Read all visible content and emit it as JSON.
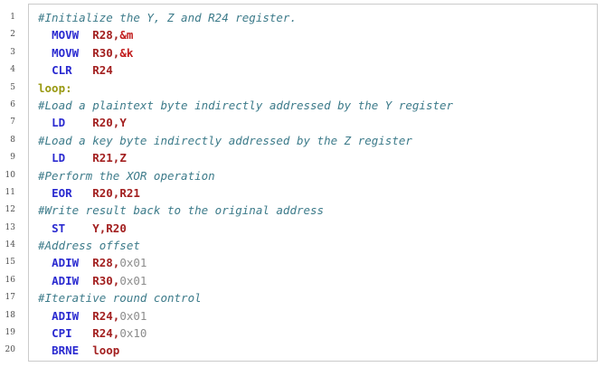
{
  "colors": {
    "frame": "#cbcbcb",
    "comment": "#3d7b8a",
    "mnemonic": "#2a2ad0",
    "operand": "#a32020",
    "address": "#c21f1f",
    "number": "#8c8c8c",
    "label": "#999912",
    "line_number": "#4f4f4f"
  },
  "listing": {
    "language": "avr-assembly",
    "lines": [
      {
        "n": "1",
        "tokens": [
          {
            "s": "c",
            "t": "#Initialize the Y, Z and R24 register."
          }
        ]
      },
      {
        "n": "2",
        "tokens": [
          {
            "s": "p",
            "t": "  "
          },
          {
            "s": "k",
            "t": "MOVW"
          },
          {
            "s": "p",
            "t": "  "
          },
          {
            "s": "r",
            "t": "R28,"
          },
          {
            "s": "a",
            "t": "&m"
          }
        ]
      },
      {
        "n": "3",
        "tokens": [
          {
            "s": "p",
            "t": "  "
          },
          {
            "s": "k",
            "t": "MOVW"
          },
          {
            "s": "p",
            "t": "  "
          },
          {
            "s": "r",
            "t": "R30,"
          },
          {
            "s": "a",
            "t": "&k"
          }
        ]
      },
      {
        "n": "4",
        "tokens": [
          {
            "s": "p",
            "t": "  "
          },
          {
            "s": "k",
            "t": "CLR"
          },
          {
            "s": "p",
            "t": "   "
          },
          {
            "s": "r",
            "t": "R24"
          }
        ]
      },
      {
        "n": "5",
        "tokens": [
          {
            "s": "l",
            "t": "loop:"
          }
        ]
      },
      {
        "n": "6",
        "tokens": [
          {
            "s": "c",
            "t": "#Load a plaintext byte indirectly addressed by the Y register"
          }
        ]
      },
      {
        "n": "7",
        "tokens": [
          {
            "s": "p",
            "t": "  "
          },
          {
            "s": "k",
            "t": "LD"
          },
          {
            "s": "p",
            "t": "    "
          },
          {
            "s": "r",
            "t": "R20,Y"
          }
        ]
      },
      {
        "n": "8",
        "tokens": [
          {
            "s": "c",
            "t": "#Load a key byte indirectly addressed by the Z register"
          }
        ]
      },
      {
        "n": "9",
        "tokens": [
          {
            "s": "p",
            "t": "  "
          },
          {
            "s": "k",
            "t": "LD"
          },
          {
            "s": "p",
            "t": "    "
          },
          {
            "s": "r",
            "t": "R21,Z"
          }
        ]
      },
      {
        "n": "10",
        "tokens": [
          {
            "s": "c",
            "t": "#Perform the XOR operation"
          }
        ]
      },
      {
        "n": "11",
        "tokens": [
          {
            "s": "p",
            "t": "  "
          },
          {
            "s": "k",
            "t": "EOR"
          },
          {
            "s": "p",
            "t": "   "
          },
          {
            "s": "r",
            "t": "R20,R21"
          }
        ]
      },
      {
        "n": "12",
        "tokens": [
          {
            "s": "c",
            "t": "#Write result back to the original address"
          }
        ]
      },
      {
        "n": "13",
        "tokens": [
          {
            "s": "p",
            "t": "  "
          },
          {
            "s": "k",
            "t": "ST"
          },
          {
            "s": "p",
            "t": "    "
          },
          {
            "s": "r",
            "t": "Y,R20"
          }
        ]
      },
      {
        "n": "14",
        "tokens": [
          {
            "s": "c",
            "t": "#Address offset"
          }
        ]
      },
      {
        "n": "15",
        "tokens": [
          {
            "s": "p",
            "t": "  "
          },
          {
            "s": "k",
            "t": "ADIW"
          },
          {
            "s": "p",
            "t": "  "
          },
          {
            "s": "r",
            "t": "R28,"
          },
          {
            "s": "n",
            "t": "0x01"
          }
        ]
      },
      {
        "n": "16",
        "tokens": [
          {
            "s": "p",
            "t": "  "
          },
          {
            "s": "k",
            "t": "ADIW"
          },
          {
            "s": "p",
            "t": "  "
          },
          {
            "s": "r",
            "t": "R30,"
          },
          {
            "s": "n",
            "t": "0x01"
          }
        ]
      },
      {
        "n": "17",
        "tokens": [
          {
            "s": "c",
            "t": "#Iterative round control"
          }
        ]
      },
      {
        "n": "18",
        "tokens": [
          {
            "s": "p",
            "t": "  "
          },
          {
            "s": "k",
            "t": "ADIW"
          },
          {
            "s": "p",
            "t": "  "
          },
          {
            "s": "r",
            "t": "R24,"
          },
          {
            "s": "n",
            "t": "0x01"
          }
        ]
      },
      {
        "n": "19",
        "tokens": [
          {
            "s": "p",
            "t": "  "
          },
          {
            "s": "k",
            "t": "CPI"
          },
          {
            "s": "p",
            "t": "   "
          },
          {
            "s": "r",
            "t": "R24,"
          },
          {
            "s": "n",
            "t": "0x10"
          }
        ]
      },
      {
        "n": "20",
        "tokens": [
          {
            "s": "p",
            "t": "  "
          },
          {
            "s": "k",
            "t": "BRNE"
          },
          {
            "s": "p",
            "t": "  "
          },
          {
            "s": "r",
            "t": "loop"
          }
        ]
      }
    ]
  }
}
